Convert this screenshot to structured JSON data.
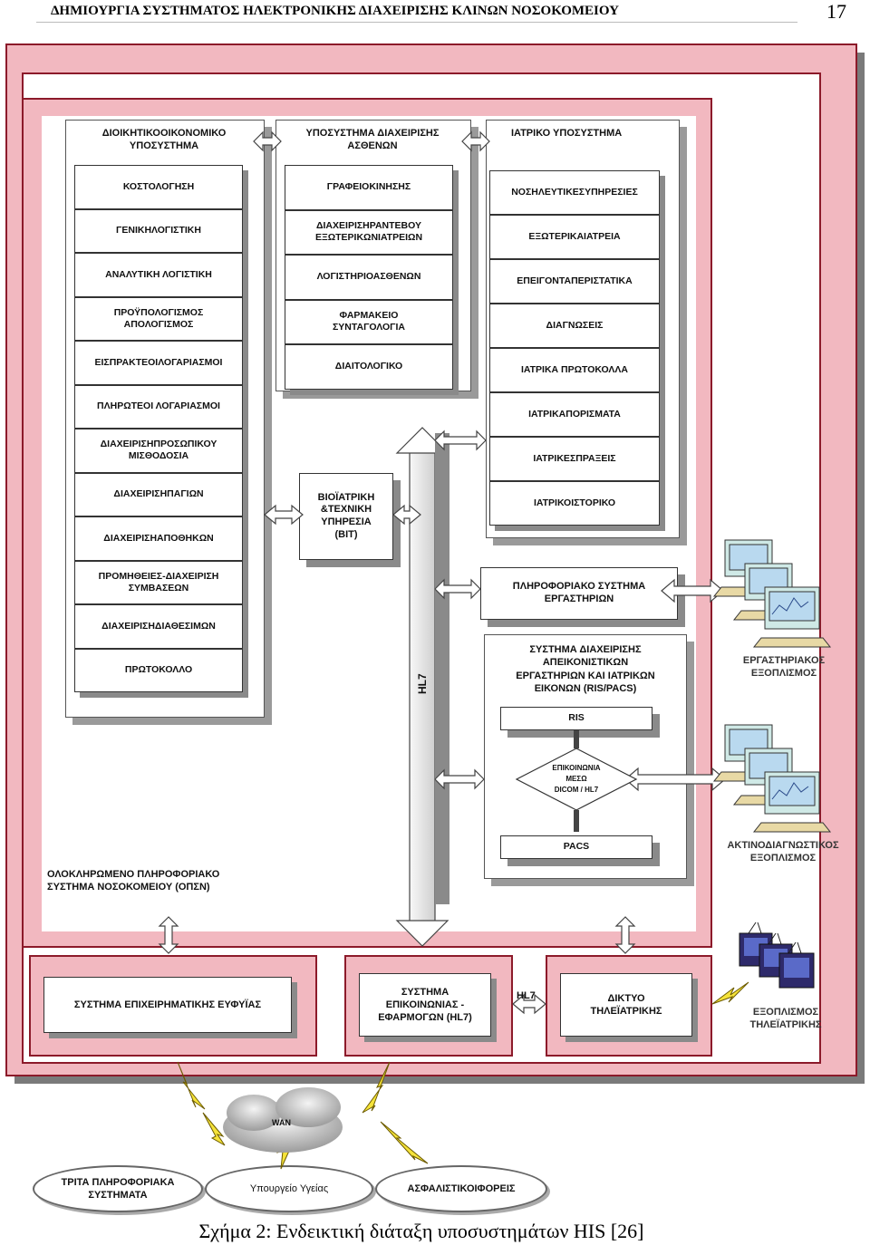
{
  "header": {
    "title": "ΔΗΜΙΟΥΡΓΙΑ ΣΥΣΤΗΜΑΤΟΣ ΗΛΕΚΤΡΟΝΙΚΗΣ ΔΙΑΧΕΙΡΙΣΗΣ ΚΛΙΝΩΝ ΝΟΣΟΚΟΜΕΙΟΥ",
    "page_number": "17"
  },
  "admin": {
    "title": "ΔΙΟΙΚΗΤΙΚΟΟΙΚΟΝΟΜΙΚΟ\nΥΠΟΣΥΣΤΗΜΑ",
    "items": [
      "ΚΟΣΤΟΛΟΓΗΣΗ",
      "ΓΕΝΙΚΗΛΟΓΙΣΤΙΚΗ",
      "ΑΝΑΛΥΤΙΚΗ ΛΟΓΙΣΤΙΚΗ",
      "ΠΡΟΫΠΟΛΟΓΙΣΜΟΣ\nΑΠΟΛΟΓΙΣΜΟΣ",
      "ΕΙΣΠΡΑΚΤΕΟΙΛΟΓΑΡΙΑΣΜΟΙ",
      "ΠΛΗΡΩΤΕΟΙ ΛΟΓΑΡΙΑΣΜΟΙ",
      "ΔΙΑΧΕΙΡΙΣΗΠΡΟΣΩΠΙΚΟΥ\nΜΙΣΘΟΔΟΣΙΑ",
      "ΔΙΑΧΕΙΡΙΣΗΠΑΓΙΩΝ",
      "ΔΙΑΧΕΙΡΙΣΗΑΠΟΘΗΚΩΝ",
      "ΠΡΟΜΗΘΕΙΕΣ-ΔΙΑΧΕΙΡΙΣΗ\nΣΥΜΒΑΣΕΩΝ",
      "ΔΙΑΧΕΙΡΙΣΗΔΙΑΘΕΣΙΜΩΝ",
      "ΠΡΩΤΟΚΟΛΛΟ"
    ]
  },
  "patient": {
    "title": "ΥΠΟΣΥΣΤΗΜΑ    ΔΙΑΧΕΙΡΙΣΗΣ\nΑΣΘΕΝΩΝ",
    "items": [
      "ΓΡΑΦΕΙΟΚΙΝΗΣΗΣ",
      "ΔΙΑΧΕΙΡΙΣΗΡΑΝΤΕΒΟΥ\nΕΞΩΤΕΡΙΚΩΝΙΑΤΡΕΙΩΝ",
      "ΛΟΓΙΣΤΗΡΙΟΑΣΘΕΝΩΝ",
      "ΦΑΡΜΑΚΕΙΟ\nΣΥΝΤΑΓΟΛΟΓΙΑ",
      "ΔΙΑΙΤΟΛΟΓΙΚΟ"
    ]
  },
  "medical": {
    "title": "ΙΑΤΡΙΚΟ    ΥΠΟΣΥΣΤΗΜΑ",
    "items": [
      "ΝΟΣΗΛΕΥΤΙΚΕΣΥΠΗΡΕΣΙΕΣ",
      "ΕΞΩΤΕΡΙΚΑΙΑΤΡΕΙΑ",
      "ΕΠΕΙΓΟΝΤΑΠΕΡΙΣΤΑΤΙΚΑ",
      "ΔΙΑΓΝΩΣΕΙΣ",
      "ΙΑΤΡΙΚΑ ΠΡΩΤΟΚΟΛΛΑ",
      "ΙΑΤΡΙΚΑΠΟΡΙΣΜΑΤΑ",
      "ΙΑΤΡΙΚΕΣΠΡΑΞΕΙΣ",
      "ΙΑΤΡΙΚΟΙΣΤΟΡΙΚΟ"
    ]
  },
  "bit": "ΒΙΟΪΑΤΡΙΚΗ\n&ΤΕΧΝΙΚΗ\nΥΠΗΡΕΣΙΑ\n(ΒΙΤ)",
  "hl7_bus": "HL7",
  "lab": {
    "title": "ΠΛΗΡΟΦΟΡΙΑΚΟ    ΣΥΣΤΗΜΑ\nΕΡΓΑΣΤΗΡΙΩΝ",
    "equipment": "ΕΡΓΑΣΤΗΡΙΑΚΟΣ\nΕΞΟΠΛΙΣΜΟΣ"
  },
  "imaging": {
    "title": "ΣΥΣΤΗΜΑ    ΔΙΑΧΕΙΡΙΣΗΣ\nΑΠΕΙΚΟΝΙΣΤΙΚΩΝ\nΕΡΓΑΣΤΗΡΙΩΝ  ΚΑΙ ΙΑΤΡΙΚΩΝ\nΕΙΚΟΝΩΝ (RIS/PACS)",
    "ris": "RIS",
    "communication": "ΕΠΙΚΟΙΝΩΝΙΑ\nΜΕΣΩ\nDICOM / HL7",
    "pacs": "PACS",
    "equipment": "ΑΚΤΙΝΟΔΙΑΓΝΩΣΤΙΚΟΣ\nΕΞΟΠΛΙΣΜΟΣ"
  },
  "his_label": "ΟΛΟΚΛΗΡΩΜΕΝΟ  ΠΛΗΡΟΦΟΡΙΑΚΟ\nΣΥΣΤΗΜΑ  ΝΟΣΟΚΟΜΕΙΟΥ  (ΟΠΣΝ)",
  "bottom": {
    "bi": "ΣΥΣΤΗΜΑ   ΕΠΙΧΕΙΡΗΜΑΤΙΚΗΣ   ΕΥΦΥΪΑΣ",
    "comm": "ΣΥΣΤΗΜΑ\nΕΠΙΚΟΙΝΩΝΙΑΣ -\nΕΦΑΡΜΟΓΩΝ    (HL7)",
    "hl7": "HL7",
    "telemed": "ΔΙΚΤΥΟ\nΤΗΛΕΪΑΤΡΙΚΗΣ",
    "telemed_equipment": "ΕΞΟΠΛΙΣΜΟΣ\nΤΗΛΕΪΑΤΡΙΚΗΣ"
  },
  "wan": "WAN",
  "externals": [
    "ΤΡΙΤΑ ΠΛΗΡΟΦΟΡΙΑΚΑ\nΣΥΣΤΗΜΑΤΑ",
    "Υπουργείο   Υγείας",
    "ΑΣΦΑΛΙΣΤΙΚΟΙΦΟΡΕΙΣ"
  ],
  "caption": "Σχήμα  2: Ενδεικτική διάταξη υποσυστημάτων HIS [26]",
  "colors": {
    "frame": "#8c1a2a",
    "fill": "#f2b8c0",
    "shadow": "#8a8a8a"
  }
}
